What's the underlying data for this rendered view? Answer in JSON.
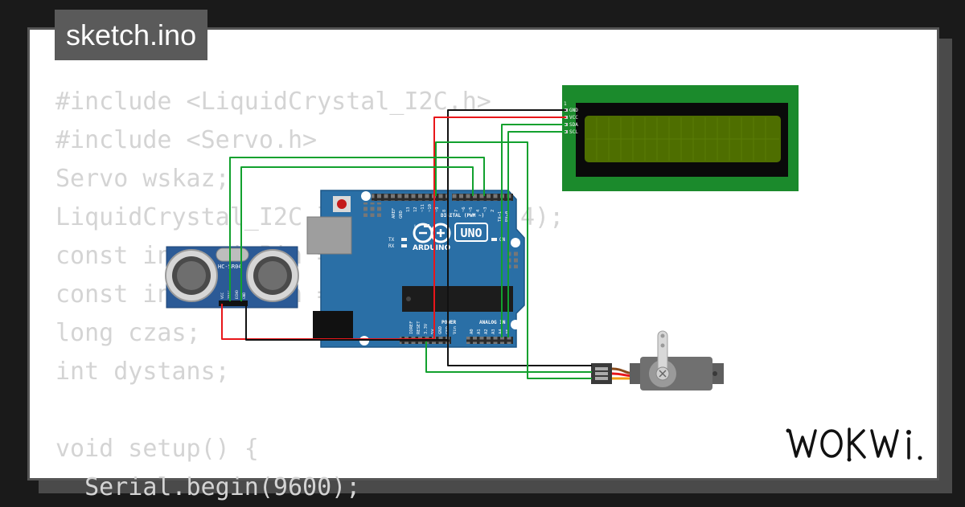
{
  "file_tab": {
    "label": "sketch.ino"
  },
  "code_lines": [
    "#include <LiquidCrystal_I2C.h>",
    "#include <Servo.h>",
    "Servo wskaz;",
    "LiquidCrystal_I2C lcd(0x27, 16, 4);",
    "const int trigPin = 6;",
    "const int echoPin = 7;",
    "long czas;",
    "int dystans;",
    "",
    "void setup() {",
    "  Serial.begin(9600);"
  ],
  "lcd": {
    "pin_labels": [
      "1",
      "GND",
      "VCC",
      "SDA",
      "SCL"
    ],
    "background_color": "#1b8a2c",
    "screen_color": "#4e6e00"
  },
  "arduino": {
    "board_label": "UNO",
    "brand_label": "ARDUINO",
    "digital_label": "DIGITAL (PWM ~)",
    "power_label": "POWER",
    "analog_label": "ANALOG IN",
    "led_labels": [
      "L",
      "TX",
      "RX",
      "ON"
    ],
    "top_pins": [
      "AREF",
      "GND",
      "13",
      "12",
      "~11",
      "~10",
      "~9",
      "8",
      "7",
      "~6",
      "~5",
      "4",
      "~3",
      "2",
      "TX→1",
      "RX←0"
    ],
    "bottom_pins": [
      "IOREF",
      "RESET",
      "3.3V",
      "5V",
      "GND",
      "GND",
      "Vin",
      "A0",
      "A1",
      "A2",
      "A3",
      "A4",
      "A5"
    ],
    "board_color": "#2a6fa6"
  },
  "sensor": {
    "model_label": "HC-SR04",
    "pin_labels": [
      "VCC",
      "TRIG",
      "ECHO",
      "GND"
    ]
  },
  "brand": {
    "logo_text": "WOKWI"
  },
  "wire_colors": {
    "power": "#e8161a",
    "ground": "#111111",
    "signal": "#12a12e"
  }
}
